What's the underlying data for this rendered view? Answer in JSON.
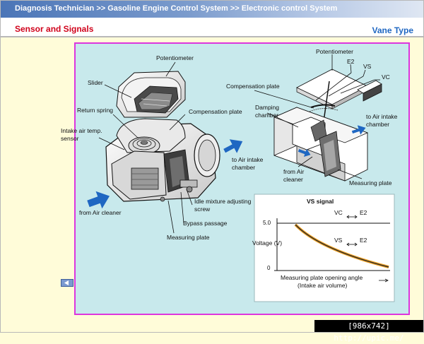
{
  "header": {
    "breadcrumb": "Diagnosis Technician >> Gasoline Engine Control System >> Electronic control System",
    "section_title": "Sensor and Signals",
    "type_label": "Vane Type"
  },
  "diagram_left": {
    "potentiometer": "Potentiometer",
    "slider": "Slider",
    "return_spring": "Return spring",
    "intake_temp_1": "Intake air temp.",
    "intake_temp_2": "sensor",
    "compensation_plate": "Compensation plate",
    "to_air_intake_1": "to Air intake",
    "to_air_intake_2": "chamber",
    "from_air_cleaner": "from Air cleaner",
    "idle_mixture_1": "Idle mixture adjusting",
    "idle_mixture_2": "screw",
    "bypass_passage": "Bypass passage",
    "measuring_plate": "Measuring plate"
  },
  "diagram_right": {
    "potentiometer": "Potentiometer",
    "e2": "E2",
    "vs": "VS",
    "vc": "VC",
    "compensation_plate": "Compensation plate",
    "damping_1": "Damping",
    "damping_2": "chamber",
    "to_air_intake_1": "to Air intake",
    "to_air_intake_2": "chamber",
    "from_air_1": "from Air",
    "from_air_2": "cleaner",
    "measuring_plate": "Measuring plate"
  },
  "vs_signal": {
    "title": "VS signal",
    "y_label": "Voltage (V)",
    "y_top": "5.0",
    "y_bottom": "0",
    "vc_label": "VC",
    "vs_label": "VS",
    "e2_label_1": "E2",
    "e2_label_2": "E2",
    "x_label_1": "Measuring plate opening angle",
    "x_label_2": "(Intake air volume)"
  },
  "watermark": "[986x742] http://upic.me/",
  "colors": {
    "accent_blue": "#1f67c2",
    "title_red": "#d0021b",
    "panel_border": "#dd35dd",
    "panel_bg": "#c8e9ec",
    "page_bg": "#fffcd9"
  }
}
